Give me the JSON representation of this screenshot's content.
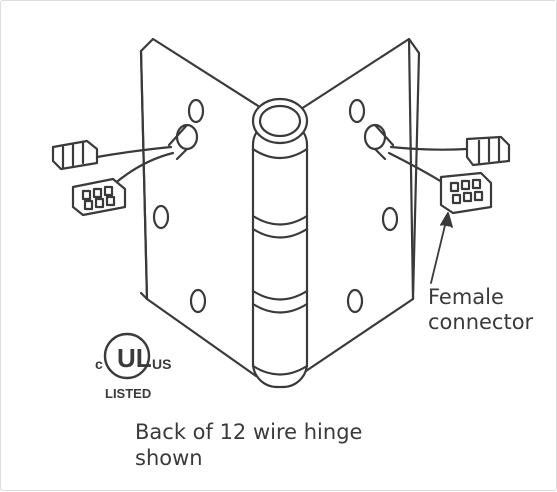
{
  "callout": {
    "line1": "Female",
    "line2": "connector"
  },
  "caption": {
    "line1": "Back of 12 wire hinge",
    "line2": "shown"
  },
  "ul_mark": {
    "left_letter": "c",
    "center": "UL",
    "right_letters": "US",
    "listed": "LISTED"
  },
  "colors": {
    "stroke": "#3a3a3a",
    "background": "#ffffff"
  }
}
